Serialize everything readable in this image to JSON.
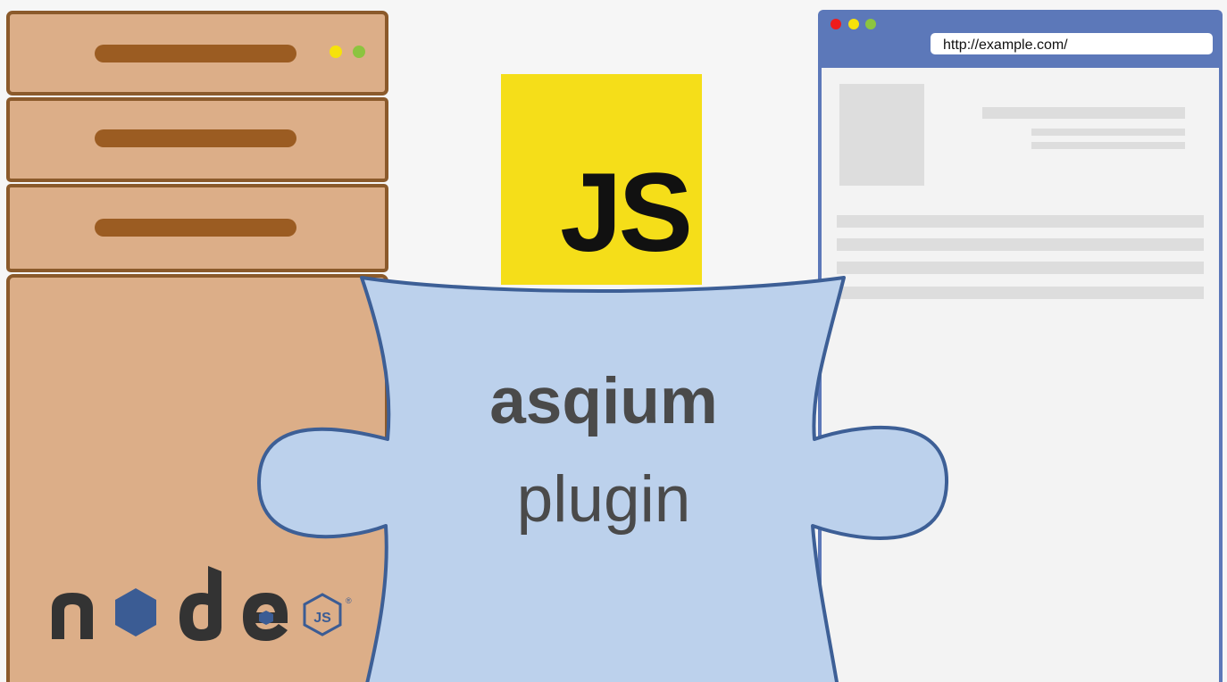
{
  "browser": {
    "url": "http://example.com/"
  },
  "javascript_logo": {
    "text": "JS"
  },
  "plugin": {
    "name": "asqium",
    "subtitle": "plugin"
  },
  "nodejs_logo": {
    "wordmark": "node",
    "badge_text": "JS",
    "registered_mark": "®"
  },
  "colors": {
    "background": "#f6f6f6",
    "server_fill": "#dcae88",
    "server_border": "#8b5a2b",
    "server_slot": "#9b5c22",
    "led_yellow": "#f6e20b",
    "led_green": "#8cc43f",
    "js_yellow": "#f5de19",
    "js_text": "#111111",
    "puzzle_fill": "#bcd1ec",
    "puzzle_border": "#3d5f96",
    "plugin_text": "#4a4a4a",
    "browser_frame": "#5c78b9",
    "browser_body": "#f3f3f3",
    "placeholder": "#dddddd",
    "dot_red": "#ee1c1c",
    "dot_yellow": "#f6e20b",
    "dot_green": "#8cc43f",
    "node_dark": "#333333",
    "node_blue": "#3b5c94"
  },
  "icons": {
    "server": "server-rack-icon",
    "javascript": "javascript-logo-icon",
    "puzzle": "puzzle-piece-icon",
    "nodejs": "nodejs-logo-icon",
    "browser": "browser-window-icon"
  }
}
